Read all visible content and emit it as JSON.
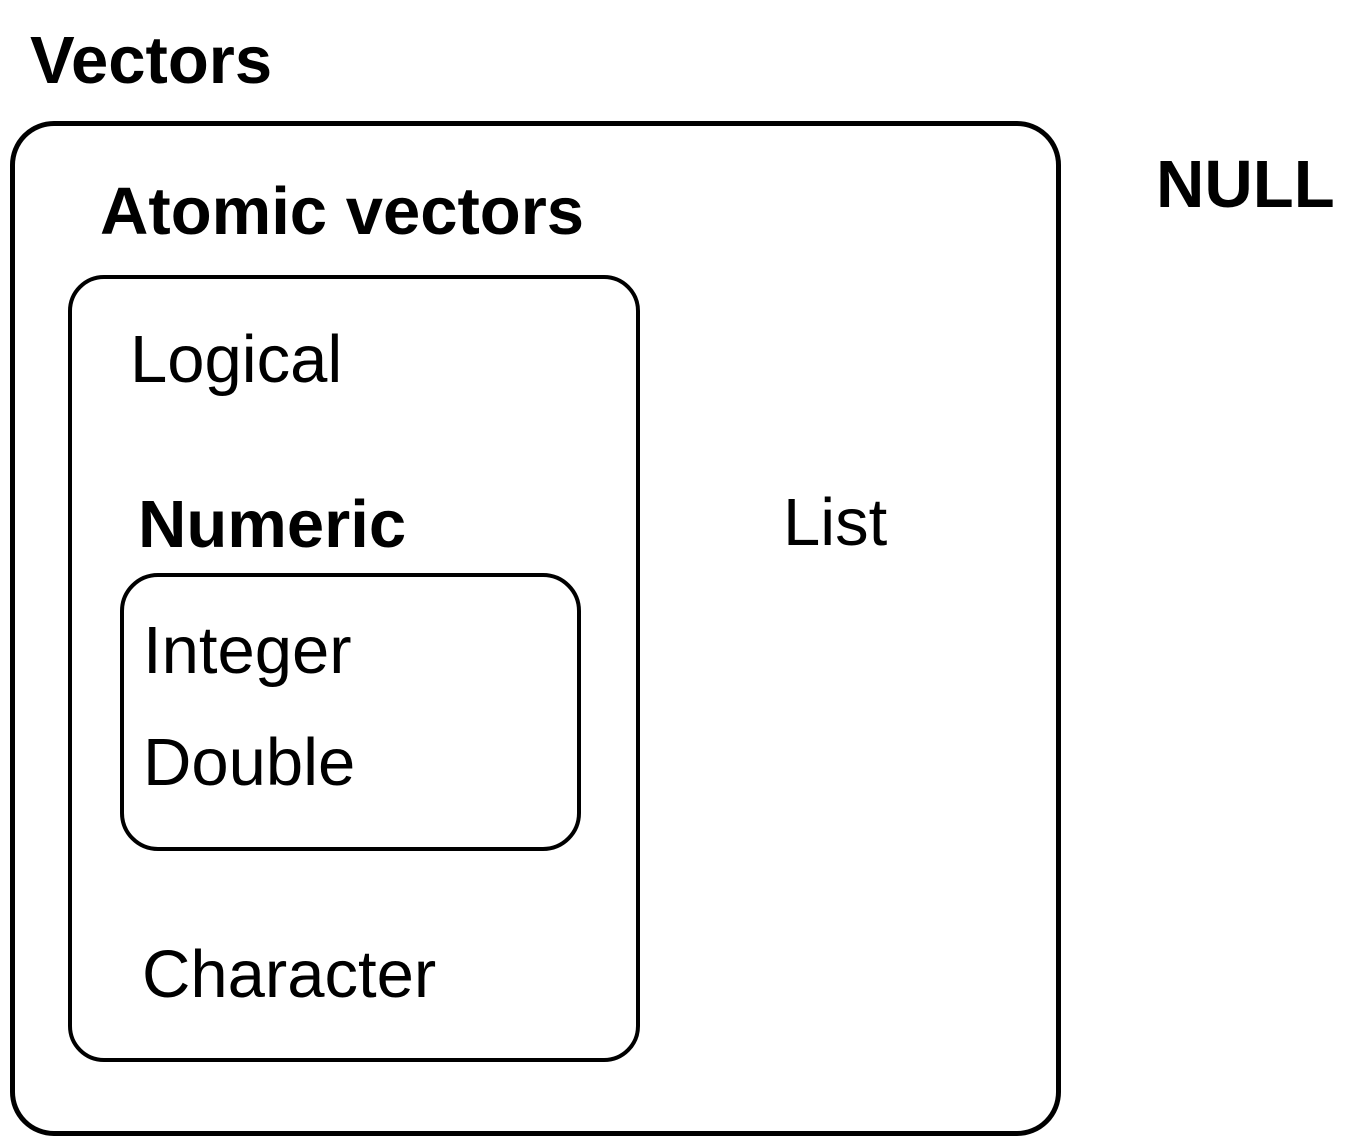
{
  "page": {
    "background": "#ffffff",
    "ink": "#000000"
  },
  "diagram": {
    "title": "Vectors",
    "null_label": "NULL",
    "boxes": {
      "vectors": {
        "list_label": "List",
        "atomic": {
          "label": "Atomic vectors",
          "logical_label": "Logical",
          "numeric_label": "Numeric",
          "character_label": "Character",
          "numeric_box": {
            "integer_label": "Integer",
            "double_label": "Double"
          }
        }
      }
    }
  }
}
